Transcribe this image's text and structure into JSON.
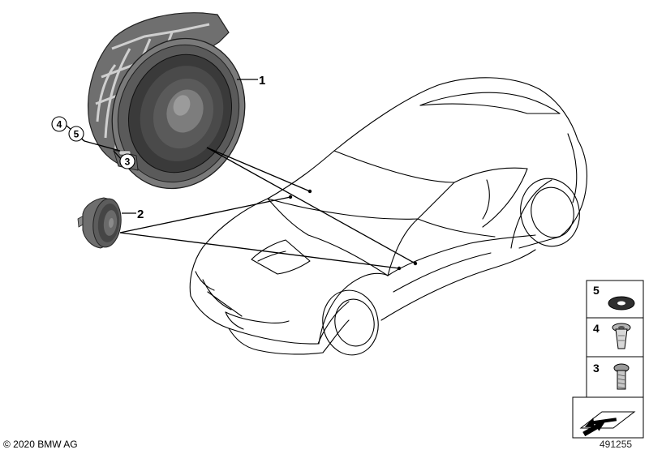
{
  "callouts": {
    "speaker": "1",
    "tweeter": "2",
    "screw": "3",
    "clip_nut": "4",
    "washer": "5"
  },
  "legend": [
    {
      "number": "5",
      "part_icon": "washer-icon"
    },
    {
      "number": "4",
      "part_icon": "clip-nut-icon"
    },
    {
      "number": "3",
      "part_icon": "screw-icon"
    },
    {
      "number": "",
      "part_icon": "arrow-sheet-icon"
    }
  ],
  "footer": {
    "copyright": "© 2020 BMW AG",
    "diagram_number": "491255"
  }
}
